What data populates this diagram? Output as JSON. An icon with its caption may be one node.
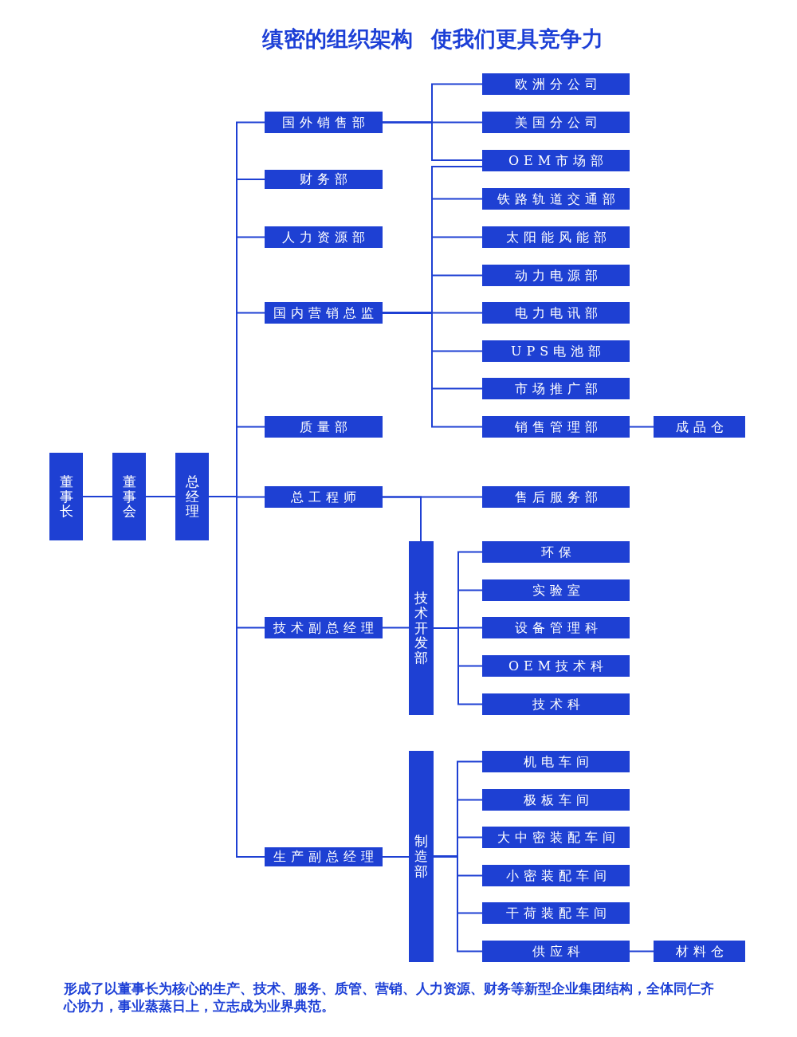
{
  "diagram": {
    "title": "缜密的组织架构 使我们更具竞争力",
    "caption": "形成了以董事长为核心的生产、技术、服务、质管、营销、人力资源、财务等新型企业集团结构，全体同仁齐心协力，事业蒸蒸日上，立志成为业界典范。",
    "nodes": [
      {
        "text": [
          "董事长"
        ]
      },
      {
        "text": [
          "董事会"
        ]
      },
      {
        "text": [
          "总经理"
        ]
      },
      {
        "text": [
          "国外销售部"
        ]
      },
      {
        "text": [
          "财务部"
        ]
      },
      {
        "text": [
          "人力资源部"
        ]
      },
      {
        "text": [
          "国内营销总监"
        ]
      },
      {
        "text": [
          "质量部"
        ]
      },
      {
        "text": [
          "总工程师"
        ]
      },
      {
        "text": [
          "技术副总经理"
        ]
      },
      {
        "text": [
          "生产副总经理"
        ]
      },
      {
        "text": [
          "技术开发部"
        ]
      },
      {
        "text": [
          "制造部"
        ]
      },
      {
        "text": [
          "欧洲分公司"
        ]
      },
      {
        "text": [
          "美国分公司"
        ]
      },
      {
        "text": [
          "OEM市场部"
        ]
      },
      {
        "text": [
          "铁路轨道交通部"
        ]
      },
      {
        "text": [
          "太阳能风能部"
        ]
      },
      {
        "text": [
          "动力电源部"
        ]
      },
      {
        "text": [
          "电力电讯部"
        ]
      },
      {
        "text": [
          "UPS电池部"
        ]
      },
      {
        "text": [
          "市场推广部"
        ]
      },
      {
        "text": [
          "销售管理部"
        ]
      },
      {
        "text": [
          "售后服务部"
        ]
      },
      {
        "text": [
          "环保"
        ]
      },
      {
        "text": [
          "实验室"
        ]
      },
      {
        "text": [
          "设备管理科"
        ]
      },
      {
        "text": [
          "OEM技术科"
        ]
      },
      {
        "text": [
          "技术科"
        ]
      },
      {
        "text": [
          "机电车间"
        ]
      },
      {
        "text": [
          "极板车间"
        ]
      },
      {
        "text": [
          "大中密装配车间"
        ]
      },
      {
        "text": [
          "小密装配车间"
        ]
      },
      {
        "text": [
          "干荷装配车间"
        ]
      },
      {
        "text": [
          "供应科"
        ]
      },
      {
        "text": [
          "成品仓"
        ]
      },
      {
        "text": [
          "材料仓"
        ]
      }
    ],
    "edges": [
      {
        "from": 0,
        "to": 1,
        "arrow": "none"
      },
      {
        "from": 1,
        "to": 2,
        "arrow": "none"
      },
      {
        "from": 2,
        "to": 3,
        "arrow": "none"
      },
      {
        "from": 2,
        "to": 4,
        "arrow": "none"
      },
      {
        "from": 2,
        "to": 5,
        "arrow": "none"
      },
      {
        "from": 2,
        "to": 6,
        "arrow": "none"
      },
      {
        "from": 2,
        "to": 7,
        "arrow": "none"
      },
      {
        "from": 2,
        "to": 8,
        "arrow": "none"
      },
      {
        "from": 2,
        "to": 9,
        "arrow": "none"
      },
      {
        "from": 2,
        "to": 10,
        "arrow": "none"
      },
      {
        "from": 3,
        "to": 13,
        "arrow": "none"
      },
      {
        "from": 3,
        "to": 14,
        "arrow": "none"
      },
      {
        "from": 3,
        "to": 15,
        "arrow": "none"
      },
      {
        "from": 6,
        "to": 15,
        "arrow": "none"
      },
      {
        "from": 6,
        "to": 16,
        "arrow": "none"
      },
      {
        "from": 6,
        "to": 17,
        "arrow": "none"
      },
      {
        "from": 6,
        "to": 18,
        "arrow": "none"
      },
      {
        "from": 6,
        "to": 19,
        "arrow": "none"
      },
      {
        "from": 6,
        "to": 20,
        "arrow": "none"
      },
      {
        "from": 6,
        "to": 21,
        "arrow": "none"
      },
      {
        "from": 6,
        "to": 22,
        "arrow": "none"
      },
      {
        "from": 22,
        "to": 35,
        "arrow": "none"
      },
      {
        "from": 8,
        "to": 23,
        "arrow": "none"
      },
      {
        "from": 8,
        "to": 11,
        "arrow": "none"
      },
      {
        "from": 9,
        "to": 11,
        "arrow": "none"
      },
      {
        "from": 11,
        "to": 24,
        "arrow": "none"
      },
      {
        "from": 11,
        "to": 25,
        "arrow": "none"
      },
      {
        "from": 11,
        "to": 26,
        "arrow": "none"
      },
      {
        "from": 11,
        "to": 27,
        "arrow": "none"
      },
      {
        "from": 11,
        "to": 28,
        "arrow": "none"
      },
      {
        "from": 10,
        "to": 12,
        "arrow": "none"
      },
      {
        "from": 12,
        "to": 29,
        "arrow": "none"
      },
      {
        "from": 12,
        "to": 30,
        "arrow": "none"
      },
      {
        "from": 12,
        "to": 31,
        "arrow": "none"
      },
      {
        "from": 12,
        "to": 32,
        "arrow": "none"
      },
      {
        "from": 12,
        "to": 33,
        "arrow": "none"
      },
      {
        "from": 12,
        "to": 34,
        "arrow": "none"
      },
      {
        "from": 34,
        "to": 36,
        "arrow": "none"
      }
    ]
  }
}
